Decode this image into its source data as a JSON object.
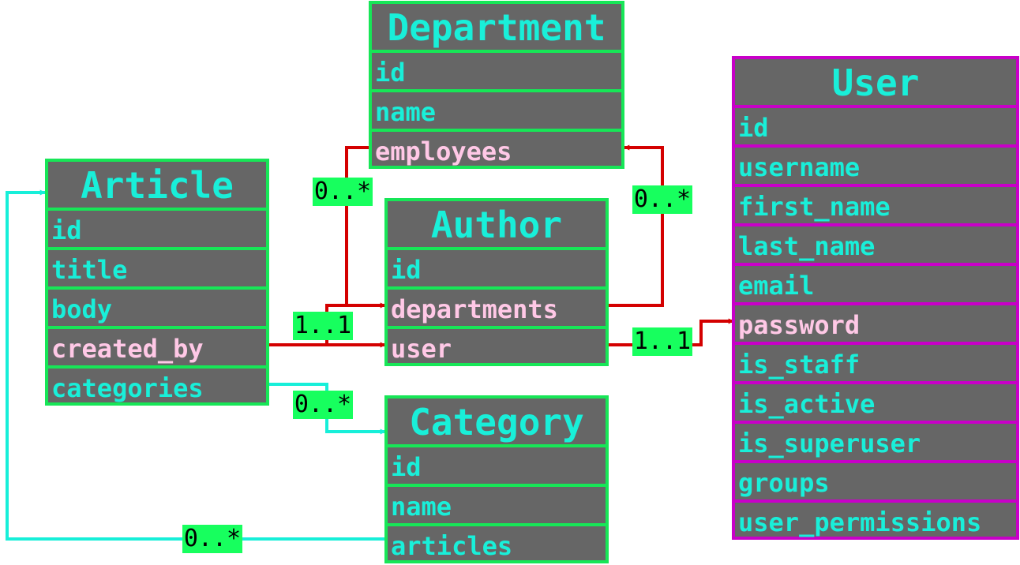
{
  "colors": {
    "entity_fill": "#666666",
    "entity_border": "#17e657",
    "user_border": "#c800c8",
    "field_text": "#19efd9",
    "fk_field_text": "#ffc8e6",
    "relation_red": "#d40000",
    "relation_cyan": "#17efd9",
    "multiplicity_bg": "#17ff5e"
  },
  "entities": {
    "department": {
      "title": "Department",
      "fields": [
        "id",
        "name",
        "employees"
      ]
    },
    "author": {
      "title": "Author",
      "fields": [
        "id",
        "departments",
        "user"
      ]
    },
    "article": {
      "title": "Article",
      "fields": [
        "id",
        "title",
        "body",
        "created_by",
        "categories"
      ]
    },
    "category": {
      "title": "Category",
      "fields": [
        "id",
        "name",
        "articles"
      ]
    },
    "user": {
      "title": "User",
      "fields": [
        "id",
        "username",
        "first_name",
        "last_name",
        "email",
        "password",
        "is_staff",
        "is_active",
        "is_superuser",
        "groups",
        "user_permissions"
      ]
    }
  },
  "relations": {
    "department_employees_author": "0..*",
    "author_departments_department": "0..*",
    "article_created_by_author": "1..1",
    "author_user_user": "1..1",
    "article_categories_category": "0..*",
    "category_articles_article": "0..*"
  }
}
